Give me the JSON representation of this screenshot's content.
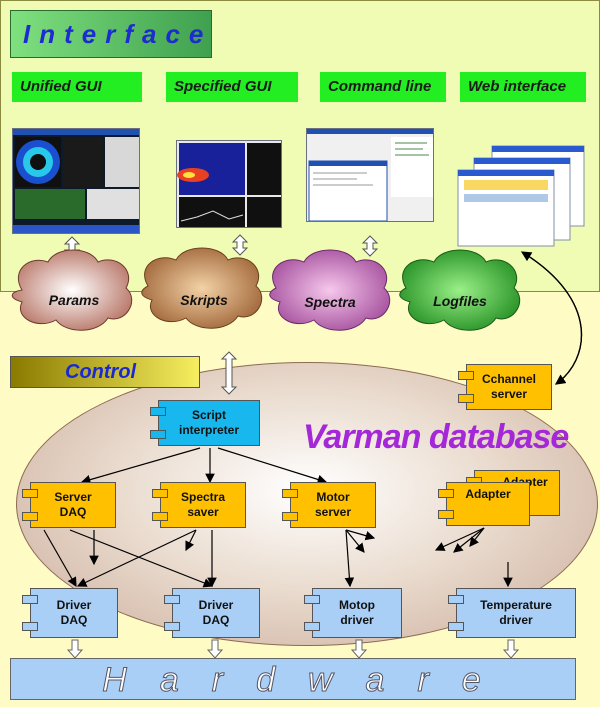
{
  "title": "Interface",
  "interfaces": {
    "unified": "Unified GUI",
    "specified": "Specified GUI",
    "command": "Command line",
    "web": "Web interface"
  },
  "clouds": {
    "params": "Params",
    "skripts": "Skripts",
    "spectra": "Spectra",
    "logfiles": "Logfiles"
  },
  "control": "Control",
  "database": "Varman database",
  "components": {
    "script_interpreter": [
      "Script",
      "interpreter"
    ],
    "cchannel_server": [
      "Cchannel",
      "server"
    ],
    "server_daq": [
      "Server",
      "DAQ"
    ],
    "spectra_saver": [
      "Spectra",
      "saver"
    ],
    "motor_server": [
      "Motor",
      "server"
    ],
    "adapter_back": "Adapter",
    "adapter_front": "Adapter",
    "driver_daq_1": [
      "Driver",
      "DAQ"
    ],
    "driver_daq_2": [
      "Driver",
      "DAQ"
    ],
    "motor_driver": [
      "Motop",
      "driver"
    ],
    "temperature_driver": [
      "Temperature",
      "driver"
    ]
  },
  "hardware": "Hardware",
  "colors": {
    "top_panel": "#f0fcb4",
    "background": "#fefcc4",
    "green_label": "#22ee22",
    "orange_component": "#ffc000",
    "cyan_component": "#18b8ee",
    "blue_component": "#a9cff7",
    "title_text": "#1d2bd0",
    "database_text": "#a428d8"
  }
}
